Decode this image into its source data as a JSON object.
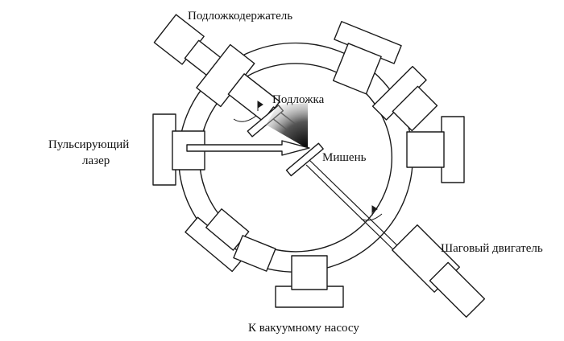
{
  "labels": {
    "substrate_holder": "Подложкодержатель",
    "substrate": "Подложка",
    "pulsed_laser_line1": "Пульсирующий",
    "pulsed_laser_line2": "лазер",
    "target": "Мишень",
    "stepper_motor": "Шаговый двигатель",
    "vacuum_pump": "К вакуумному насосу"
  },
  "colors": {
    "stroke": "#1a1a1a",
    "background": "#ffffff",
    "plume_dark": "#000000"
  }
}
